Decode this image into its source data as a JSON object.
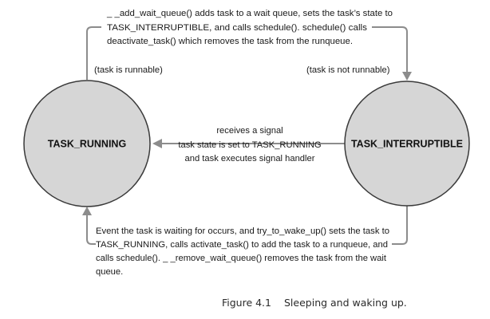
{
  "states": {
    "running": "TASK_RUNNING",
    "interruptible": "TASK_INTERRUPTIBLE"
  },
  "labels": {
    "runnable": "(task is runnable)",
    "not_runnable": "(task is not runnable)"
  },
  "transitions": {
    "top_lines": [
      "_ _add_wait_queue() adds task to a wait queue, sets the task’s state to",
      "TASK_INTERRUPTIBLE,  and calls schedule().  schedule() calls",
      "deactivate_task() which removes the task from the runqueue."
    ],
    "middle_lines": [
      "receives a signal",
      "task state is set to TASK_RUNNING",
      "and task executes signal handler"
    ],
    "bottom_lines": [
      "Event the task is waiting for occurs, and try_to_wake_up() sets the task to",
      "TASK_RUNNING, calls activate_task() to add the task to a runqueue, and",
      "calls schedule().  _ _remove_wait_queue() removes the task from the wait",
      "queue."
    ]
  },
  "caption": {
    "number": "Figure 4.1",
    "text": "Sleeping and waking up."
  }
}
